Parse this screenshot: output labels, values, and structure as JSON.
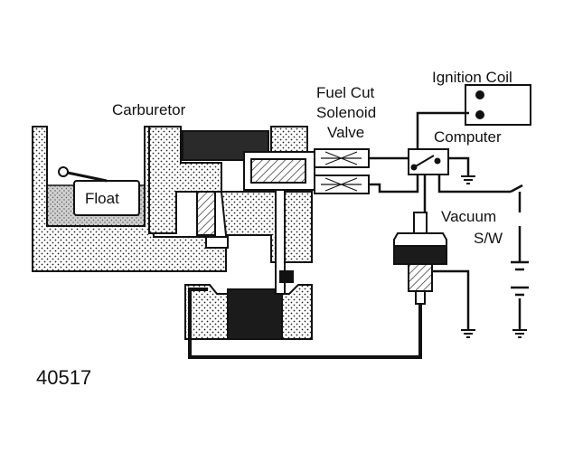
{
  "labels": {
    "carburetor": "Carburetor",
    "float": "Float",
    "solenoid_line1": "Fuel Cut",
    "solenoid_line2": "Solenoid",
    "solenoid_line3": "Valve",
    "ignition_coil": "Ignition Coil",
    "computer": "Computer",
    "vacuum_line1": "Vacuum",
    "vacuum_line2": "S/W",
    "figure_id": "40517"
  }
}
